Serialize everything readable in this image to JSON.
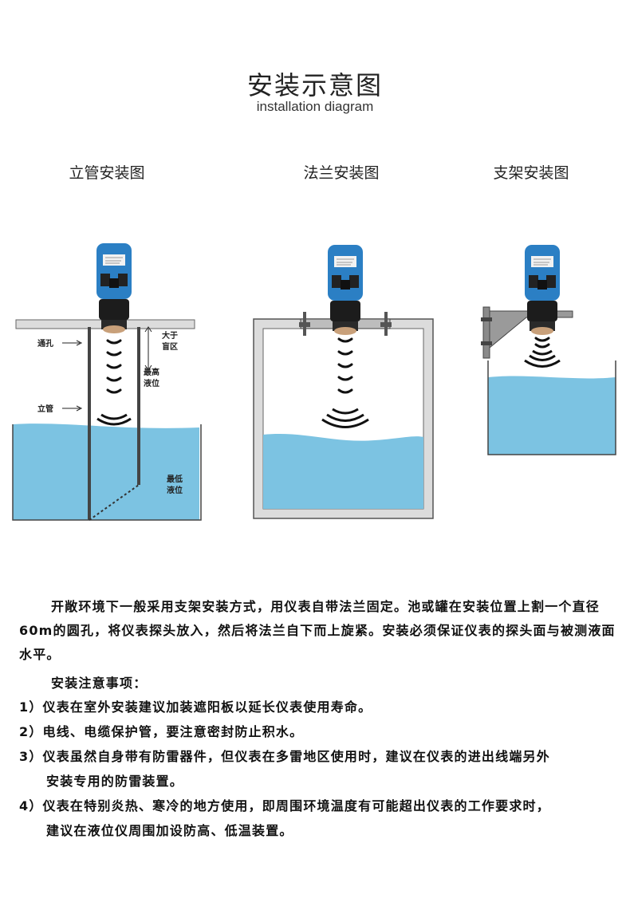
{
  "header": {
    "title": "安装示意图",
    "subtitle": "installation diagram"
  },
  "diagrams": {
    "riser": {
      "title": "立管安装图",
      "labels": {
        "through_hole": "通孔",
        "riser_pipe": "立管",
        "greater_than": "大于",
        "blind_zone": "盲区",
        "max": "最高",
        "max_level": "液位",
        "min": "最低",
        "min_level": "液位"
      }
    },
    "flange": {
      "title": "法兰安装图"
    },
    "bracket": {
      "title": "支架安装图"
    }
  },
  "colors": {
    "water": "#7cc3e2",
    "sensor_blue": "#2b7fc4",
    "sensor_black": "#1c1c1c",
    "frame_gray": "#dcdcdc",
    "frame_stroke": "#555555"
  },
  "text": {
    "paragraph": "开敞环境下一般采用支架安装方式，用仪表自带法兰固定。池或罐在安装位置上割一个直径60m的圆孔，将仪表探头放入，然后将法兰自下而上旋紧。安装必须保证仪表的探头面与被测液面水平。",
    "notes_heading": "安装注意事项：",
    "notes": [
      "1）仪表在室外安装建议加装遮阳板以延长仪表使用寿命。",
      "2）电线、电缆保护管，要注意密封防止积水。",
      "3）仪表虽然自身带有防雷器件，但仪表在多雷地区使用时，建议在仪表的进出线端另外",
      "安装专用的防雷装置。",
      "4）仪表在特别炎热、寒冷的地方使用，即周围环境温度有可能超出仪表的工作要求时，",
      "建议在液位仪周围加设防高、低温装置。"
    ]
  }
}
